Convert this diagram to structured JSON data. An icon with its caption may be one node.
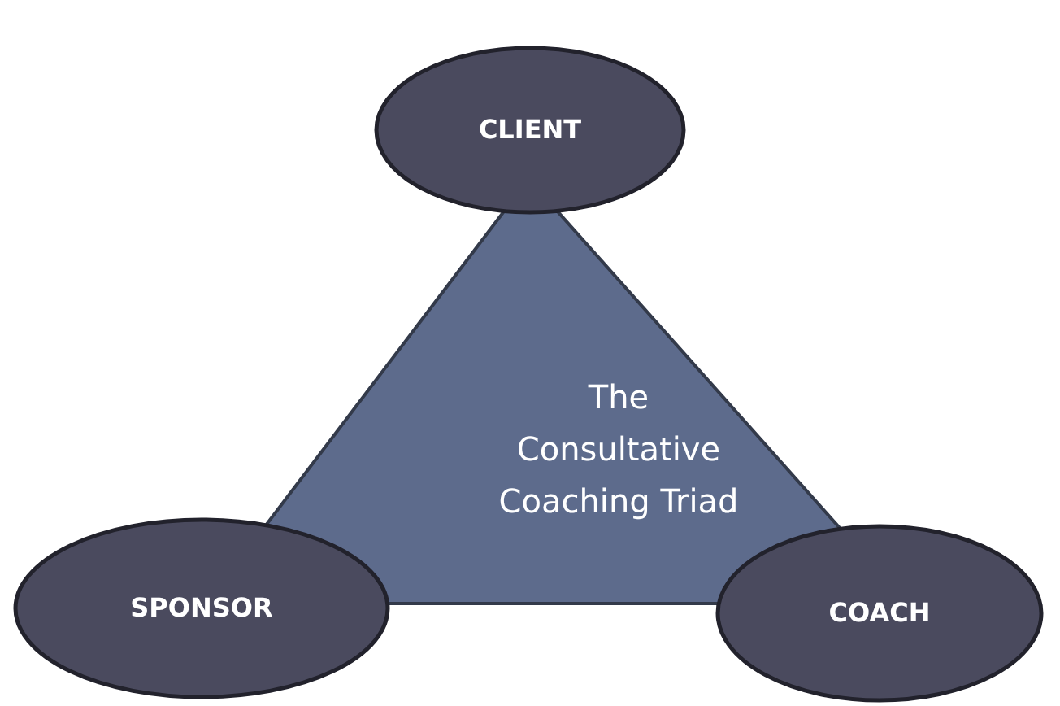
{
  "diagram": {
    "nodes": [
      {
        "text": [
          "The Consultative Coaching Triad"
        ]
      },
      {
        "text": [
          "CLIENT"
        ]
      },
      {
        "text": [
          "SPONSOR"
        ]
      },
      {
        "text": [
          "COACH"
        ]
      }
    ]
  }
}
